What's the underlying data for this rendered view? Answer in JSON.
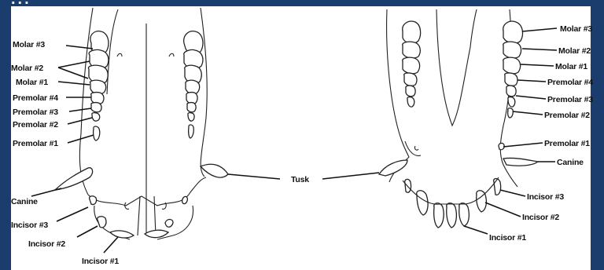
{
  "header_fragment": "...",
  "left_labels": {
    "molar3": "Molar #3",
    "molar2": "Molar #2",
    "molar1": "Molar #1",
    "premolar4": "Premolar #4",
    "premolar3": "Premolar #3",
    "premolar2": "Premolar #2",
    "premolar1": "Premolar #1",
    "canine": "Canine",
    "incisor3": "Incisor #3",
    "incisor2": "Incisor #2",
    "incisor1": "Incisor #1"
  },
  "center_label": "Tusk",
  "right_labels": {
    "molar3": "Molar #3",
    "molar2": "Molar #2",
    "molar1": "Molar #1",
    "premolar4": "Premolar #4",
    "premolar3": "Premolar #3",
    "premolar2": "Premolar #2",
    "premolar1": "Premolar #1",
    "canine": "Canine",
    "incisor3": "Incisor #3",
    "incisor2": "Incisor #2",
    "incisor1": "Incisor #1"
  }
}
